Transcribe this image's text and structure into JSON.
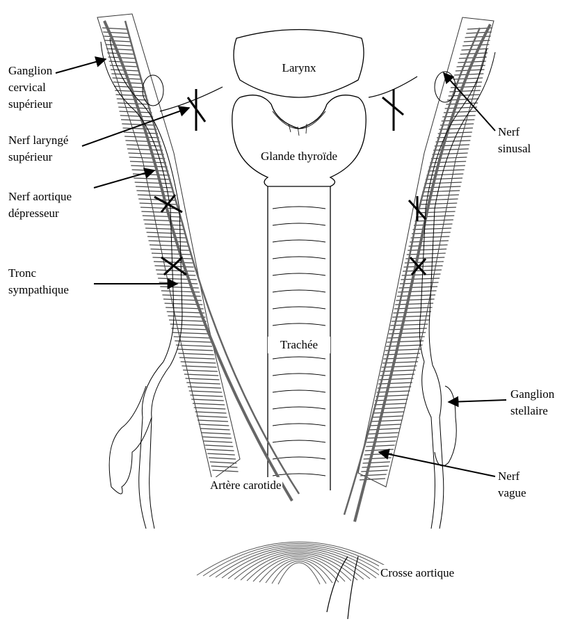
{
  "labels": {
    "larynx": "Larynx",
    "thyroid": "Glande thyroïde",
    "trachea": "Trachée",
    "carotid": "Artère carotide",
    "aortic_arch": "Crosse aortique",
    "superior_cervical_ganglion": "Ganglion\ncervical\nsupérieur",
    "superior_laryngeal_nerve": "Nerf laryngé\nsupérieur",
    "aortic_depressor_nerve": "Nerf aortique\ndépresseur",
    "sympathetic_trunk": "Tronc\nsympathique",
    "sinus_nerve": "Nerf\nsinusal",
    "stellate_ganglion": "Ganglion\nstellaire",
    "vagus_nerve": "Nerf\nvague"
  }
}
